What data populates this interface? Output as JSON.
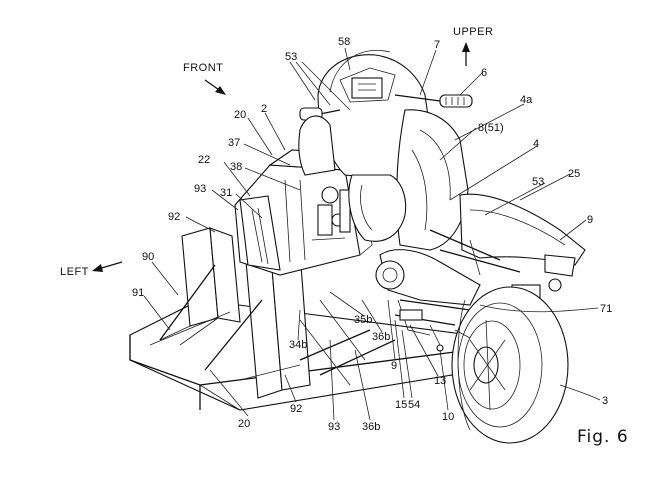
{
  "figure": {
    "caption": "Fig. 6",
    "directions": {
      "front": "FRONT",
      "upper": "UPPER",
      "left": "LEFT"
    },
    "labels": {
      "n58": "58",
      "n53a": "53",
      "n7": "7",
      "n6": "6",
      "n2": "2",
      "n20a": "20",
      "n37": "37",
      "n38": "38",
      "n4a": "4a",
      "n8_51": "8(51)",
      "n4": "4",
      "n22": "22",
      "n93a": "93",
      "n31": "31",
      "n53b": "53",
      "n25": "25",
      "n92a": "92",
      "n9a": "9",
      "n90": "90",
      "n91": "91",
      "n71": "71",
      "n35b": "35b",
      "n36b_a": "36b",
      "n34b": "34b",
      "n9b": "9",
      "n13": "13",
      "n15": "15",
      "n54": "54",
      "n10": "10",
      "n3": "3",
      "n20b": "20",
      "n92b": "92",
      "n93b": "93",
      "n36b_b": "36b"
    }
  }
}
